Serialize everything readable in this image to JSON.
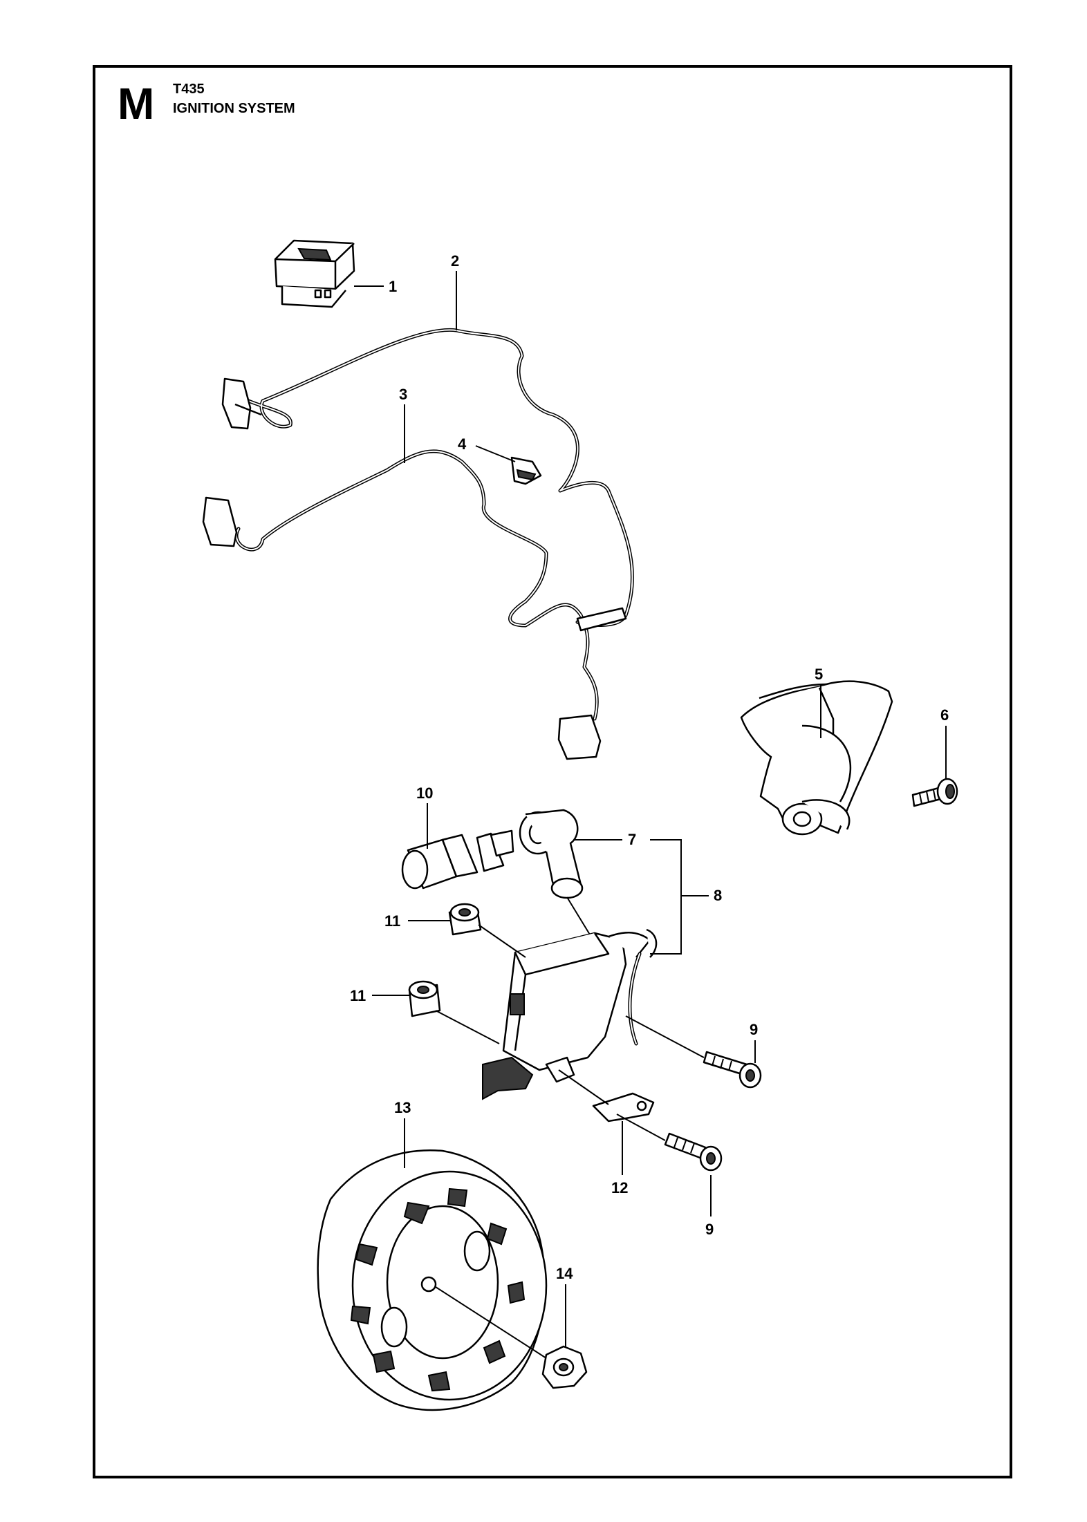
{
  "header": {
    "section_letter": "M",
    "model": "T435",
    "title": "IGNITION SYSTEM"
  },
  "callouts": [
    {
      "id": "c1",
      "label": "1"
    },
    {
      "id": "c2",
      "label": "2"
    },
    {
      "id": "c3",
      "label": "3"
    },
    {
      "id": "c4",
      "label": "4"
    },
    {
      "id": "c5",
      "label": "5"
    },
    {
      "id": "c6",
      "label": "6"
    },
    {
      "id": "c7",
      "label": "7"
    },
    {
      "id": "c8",
      "label": "8"
    },
    {
      "id": "c9a",
      "label": "9"
    },
    {
      "id": "c9b",
      "label": "9"
    },
    {
      "id": "c10",
      "label": "10"
    },
    {
      "id": "c11a",
      "label": "11"
    },
    {
      "id": "c11b",
      "label": "11"
    },
    {
      "id": "c12",
      "label": "12"
    },
    {
      "id": "c13",
      "label": "13"
    },
    {
      "id": "c14",
      "label": "14"
    }
  ]
}
